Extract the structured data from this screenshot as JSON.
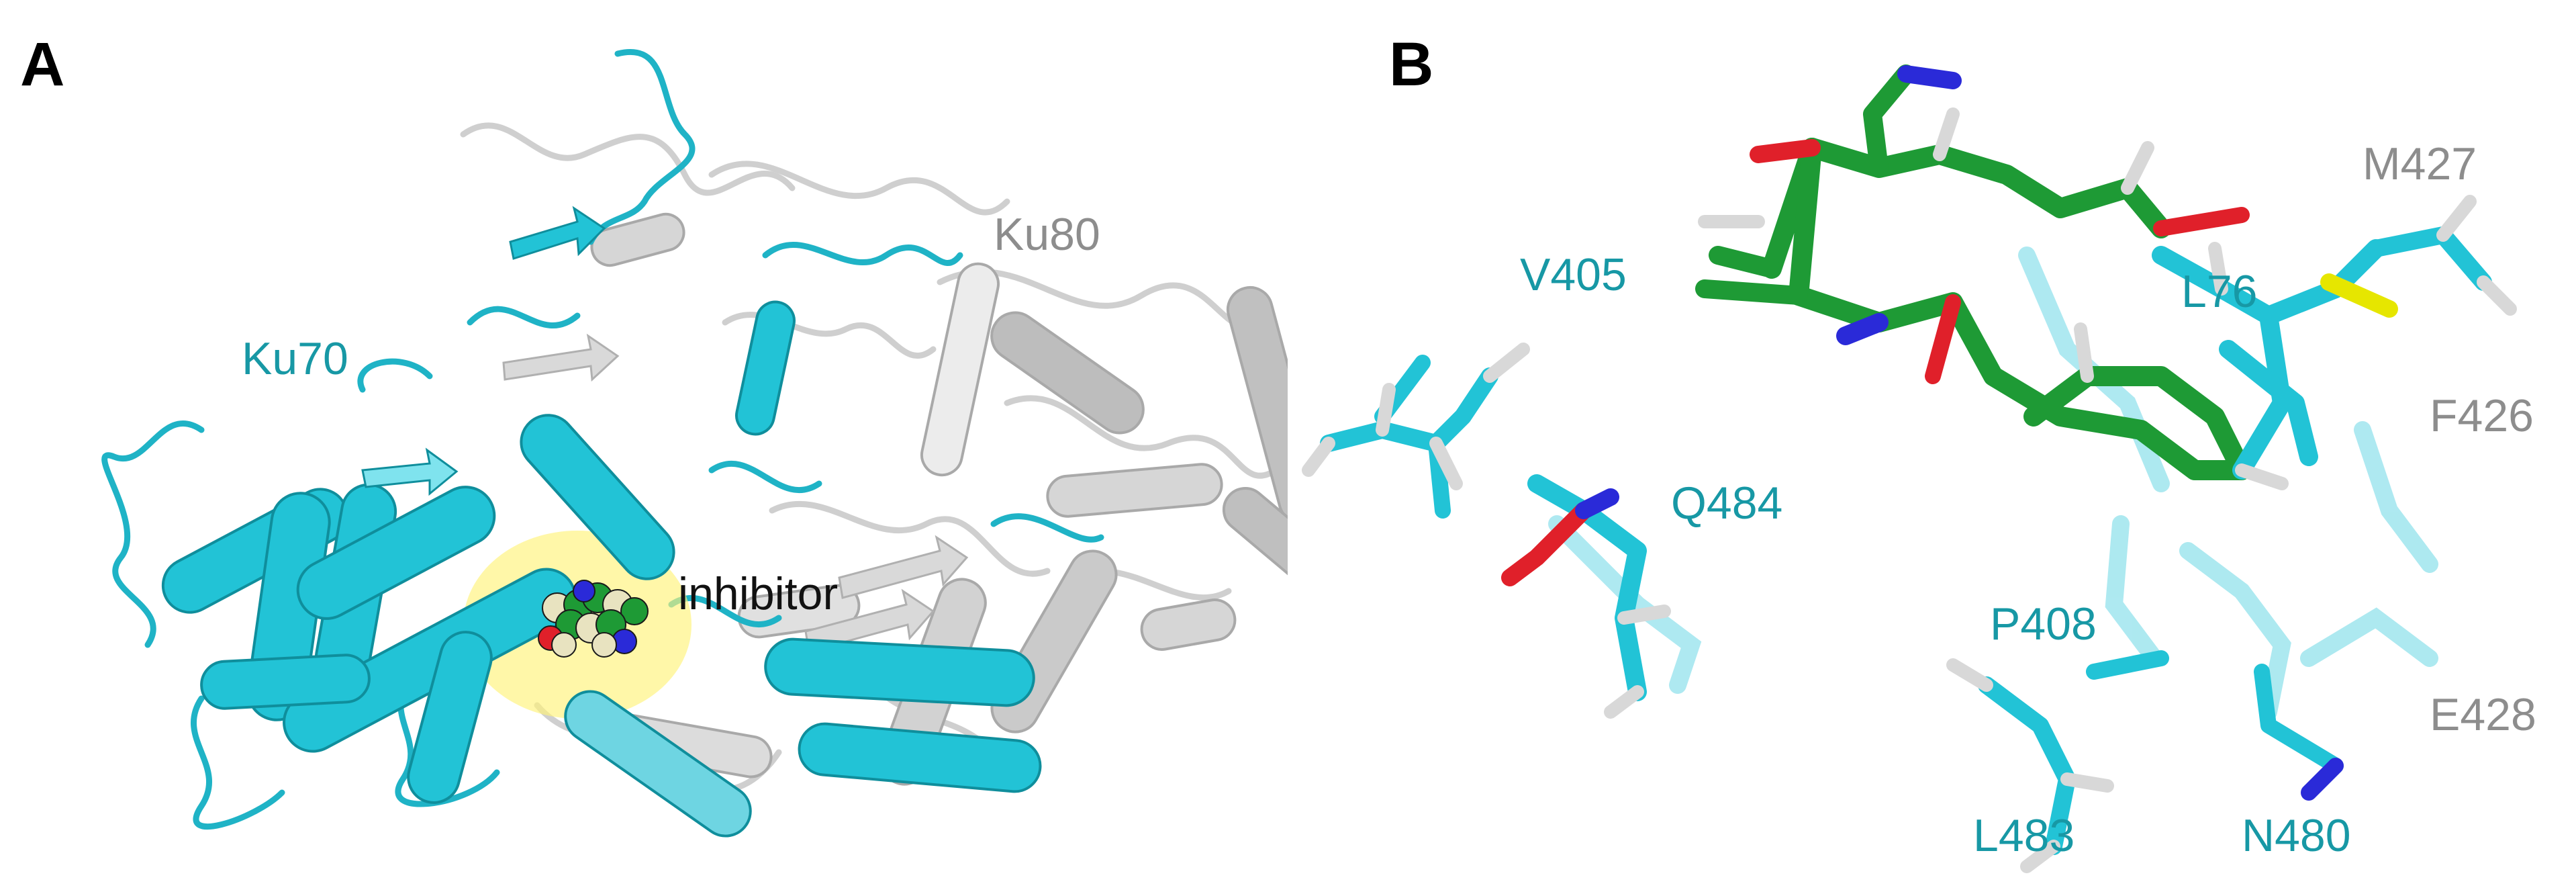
{
  "figure": {
    "colors": {
      "ku70": "#22c3d6",
      "ku70_dark": "#0e9aa8",
      "ku80": "#c8c8c8",
      "ku80_dark": "#9a9a9a",
      "inhibitor_carbon": "#1e9a35",
      "oxygen": "#e0202a",
      "nitrogen": "#2a2ad8",
      "sulfur": "#e6e600",
      "hydrogen": "#d8d8d8",
      "binding_site_highlight": "#fff27a",
      "label_cyan": "#1798a5",
      "label_grey": "#8d8d8d"
    },
    "panel_a": {
      "letter": "A",
      "labels": {
        "ku70": "Ku70",
        "ku80": "Ku80",
        "inhibitor": "inhibitor"
      }
    },
    "panel_b": {
      "letter": "B",
      "residues": {
        "m427": "M427",
        "v405": "V405",
        "l76": "L76",
        "f426": "F426",
        "q484": "Q484",
        "p408": "P408",
        "e428": "E428",
        "l483": "L483",
        "n480": "N480"
      }
    }
  }
}
